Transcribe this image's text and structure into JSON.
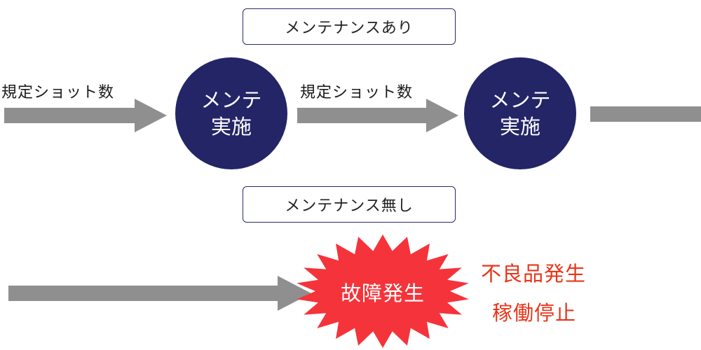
{
  "labels": {
    "with_maintenance": "メンテナンスあり",
    "without_maintenance": "メンテナンス無し"
  },
  "process": {
    "shot_count": "規定ショット数",
    "maintenance_node_line1": "メンテ",
    "maintenance_node_line2": "実施"
  },
  "failure": {
    "burst_label": "故障発生",
    "outcome_1": "不良品発生",
    "outcome_2": "稼働停止"
  },
  "colors": {
    "node_fill": "#232566",
    "arrow_fill": "#8f8f8f",
    "burst_fill": "#f5333a",
    "outcome_text": "#e8351a",
    "label_border": "#2a2a6c"
  }
}
